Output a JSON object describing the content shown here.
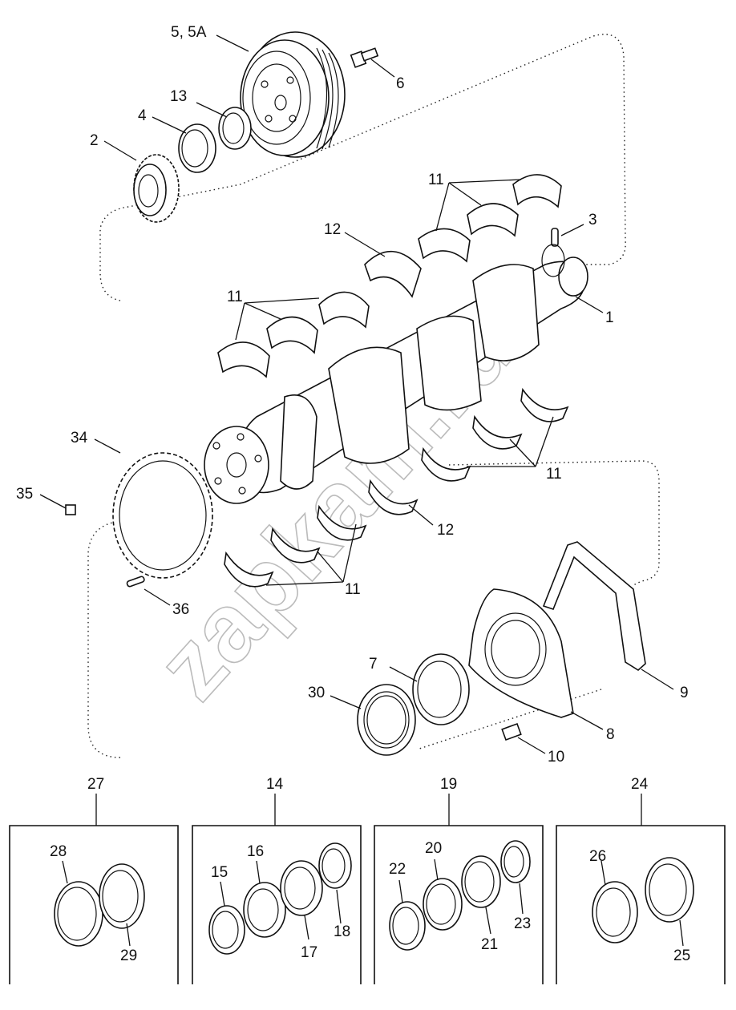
{
  "watermark": "zapkam.ru",
  "labels": {
    "l5": "5, 5A",
    "l6": "6",
    "l13": "13",
    "l4": "4",
    "l2": "2",
    "l11a": "11",
    "l3": "3",
    "l12a": "12",
    "l1": "1",
    "l11b": "11",
    "l34": "34",
    "l11c": "11",
    "l35": "35",
    "l12b": "12",
    "l11d": "11",
    "l36": "36",
    "l9": "9",
    "l7": "7",
    "l30": "30",
    "l8": "8",
    "l10": "10",
    "l27": "27",
    "l14": "14",
    "l19": "19",
    "l24": "24",
    "l28": "28",
    "l29": "29",
    "l16": "16",
    "l15": "15",
    "l17": "17",
    "l18": "18",
    "l20": "20",
    "l22": "22",
    "l21": "21",
    "l23": "23",
    "l26": "26",
    "l25": "25"
  }
}
